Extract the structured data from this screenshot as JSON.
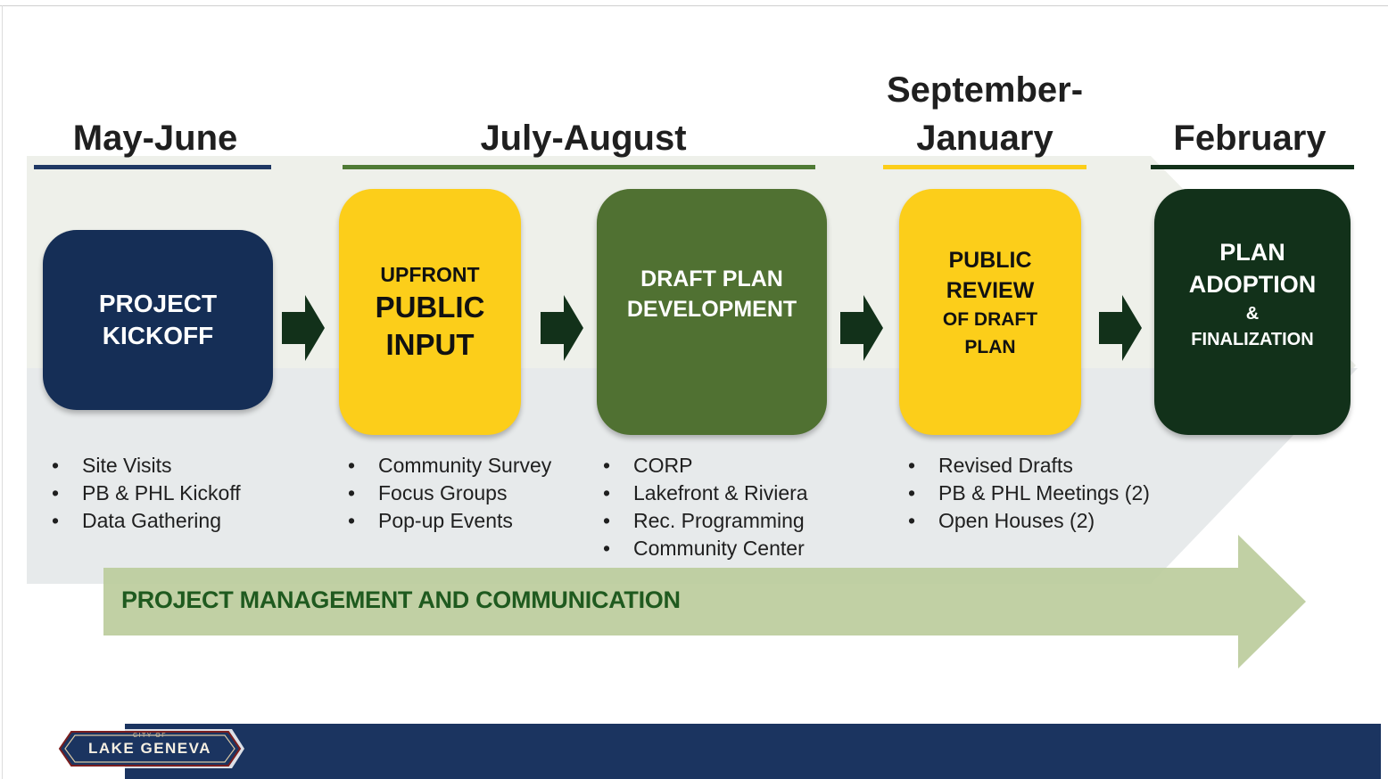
{
  "periods": {
    "p1": "May-June",
    "p2": "July-August",
    "p3a": "September-",
    "p3b": "January",
    "p4": "February"
  },
  "colors": {
    "navy": "#152e56",
    "yellow": "#fcce1a",
    "green": "#507132",
    "dark_green": "#12311a",
    "line_navy": "#1f3864",
    "line_green": "#4f7b35",
    "line_yellow": "#fcce1a",
    "line_dark": "#12311a",
    "pm_arrow": "#bccc9c",
    "footer": "#1b3460"
  },
  "phases": {
    "kickoff": {
      "line1": "PROJECT",
      "line2": "KICKOFF"
    },
    "input": {
      "line1": "UPFRONT",
      "line2": "PUBLIC",
      "line3": "INPUT"
    },
    "draft": {
      "line1": "DRAFT PLAN",
      "line2": "DEVELOPMENT"
    },
    "review": {
      "line1": "PUBLIC",
      "line2": "REVIEW",
      "line3": "OF DRAFT",
      "line4": "PLAN"
    },
    "adoption": {
      "line1": "PLAN",
      "line2": "ADOPTION",
      "line3": "&",
      "line4": "FINALIZATION"
    }
  },
  "tasks": {
    "kickoff": [
      "Site Visits",
      "PB & PHL Kickoff",
      "Data Gathering"
    ],
    "input": [
      "Community Survey",
      "Focus Groups",
      "Pop-up Events"
    ],
    "draft": [
      "CORP",
      "Lakefront & Riviera",
      "Rec. Programming",
      "Community Center"
    ],
    "review": [
      "Revised Drafts",
      "PB & PHL Meetings (2)",
      "Open Houses (2)"
    ]
  },
  "project_management": "PROJECT MANAGEMENT AND COMMUNICATION",
  "logo": {
    "top": "CITY OF",
    "main": "LAKE GENEVA"
  },
  "icons": [
    "right-arrow-icon",
    "city-logo"
  ]
}
